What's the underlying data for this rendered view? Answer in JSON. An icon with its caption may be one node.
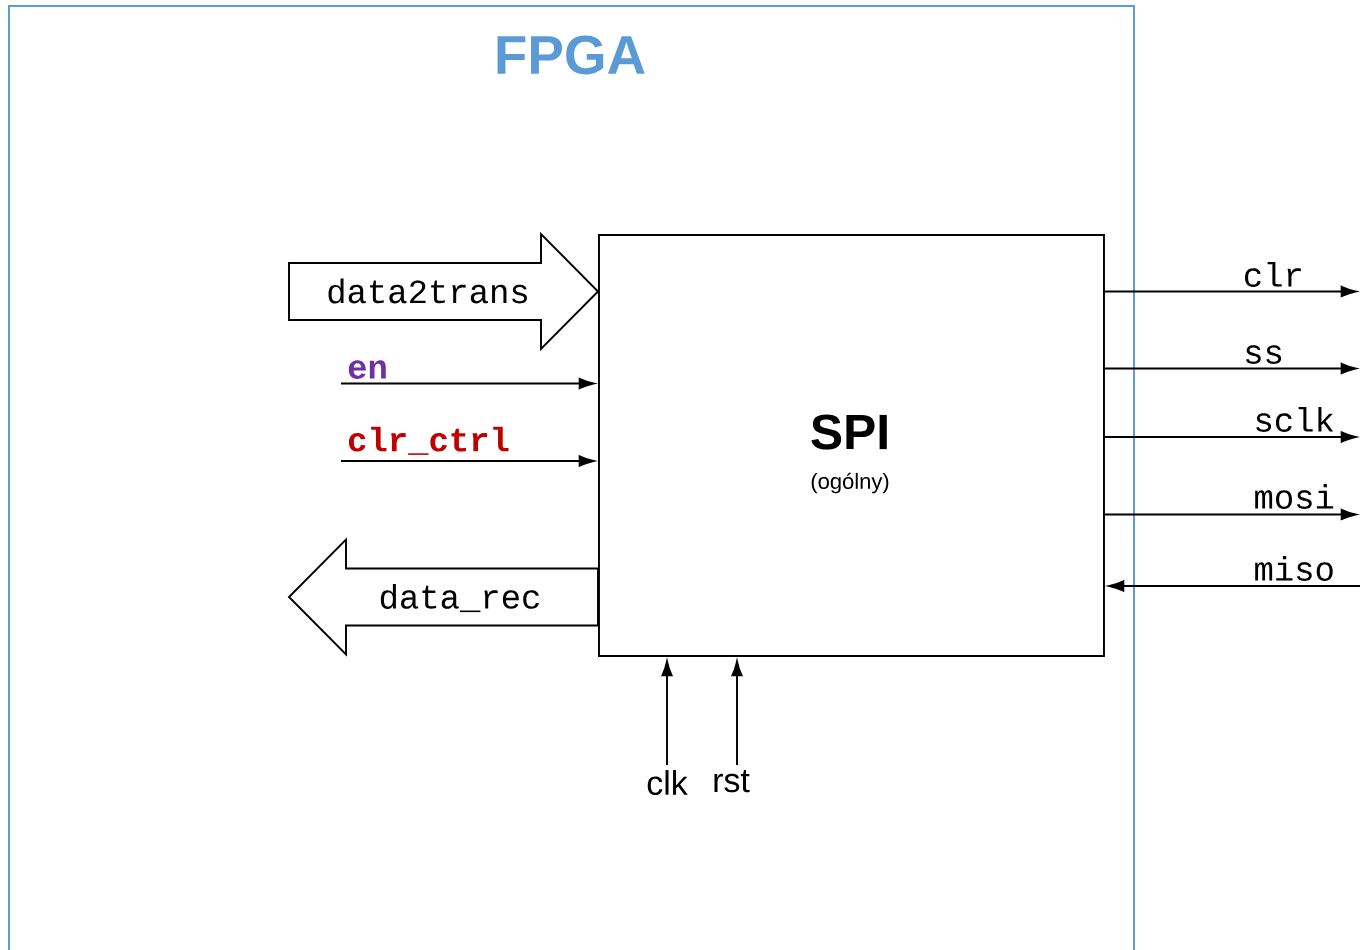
{
  "diagram": {
    "nodes": [
      {
        "text": [
          "FPGA"
        ]
      },
      {
        "text": [
          "SPI",
          "(ogólny)"
        ],
        "in": 0
      }
    ],
    "edges": [
      {
        "from": null,
        "to": 1,
        "arrow": "to",
        "label": "data2trans",
        "style": "thick"
      },
      {
        "from": null,
        "to": 1,
        "arrow": "to",
        "label": "en"
      },
      {
        "from": null,
        "to": 1,
        "arrow": "to",
        "label": "clr_ctrl"
      },
      {
        "from": 1,
        "to": null,
        "arrow": "to",
        "label": "data_rec",
        "style": "thick"
      },
      {
        "from": 1,
        "to": null,
        "arrow": "to",
        "label": "clr"
      },
      {
        "from": 1,
        "to": null,
        "arrow": "to",
        "label": "ss"
      },
      {
        "from": 1,
        "to": null,
        "arrow": "to",
        "label": "sclk"
      },
      {
        "from": 1,
        "to": null,
        "arrow": "to",
        "label": "mosi"
      },
      {
        "from": null,
        "to": 1,
        "arrow": "to",
        "label": "miso"
      },
      {
        "from": null,
        "to": 1,
        "arrow": "to",
        "label": "clk"
      },
      {
        "from": null,
        "to": 1,
        "arrow": "to",
        "label": "rst"
      }
    ]
  }
}
